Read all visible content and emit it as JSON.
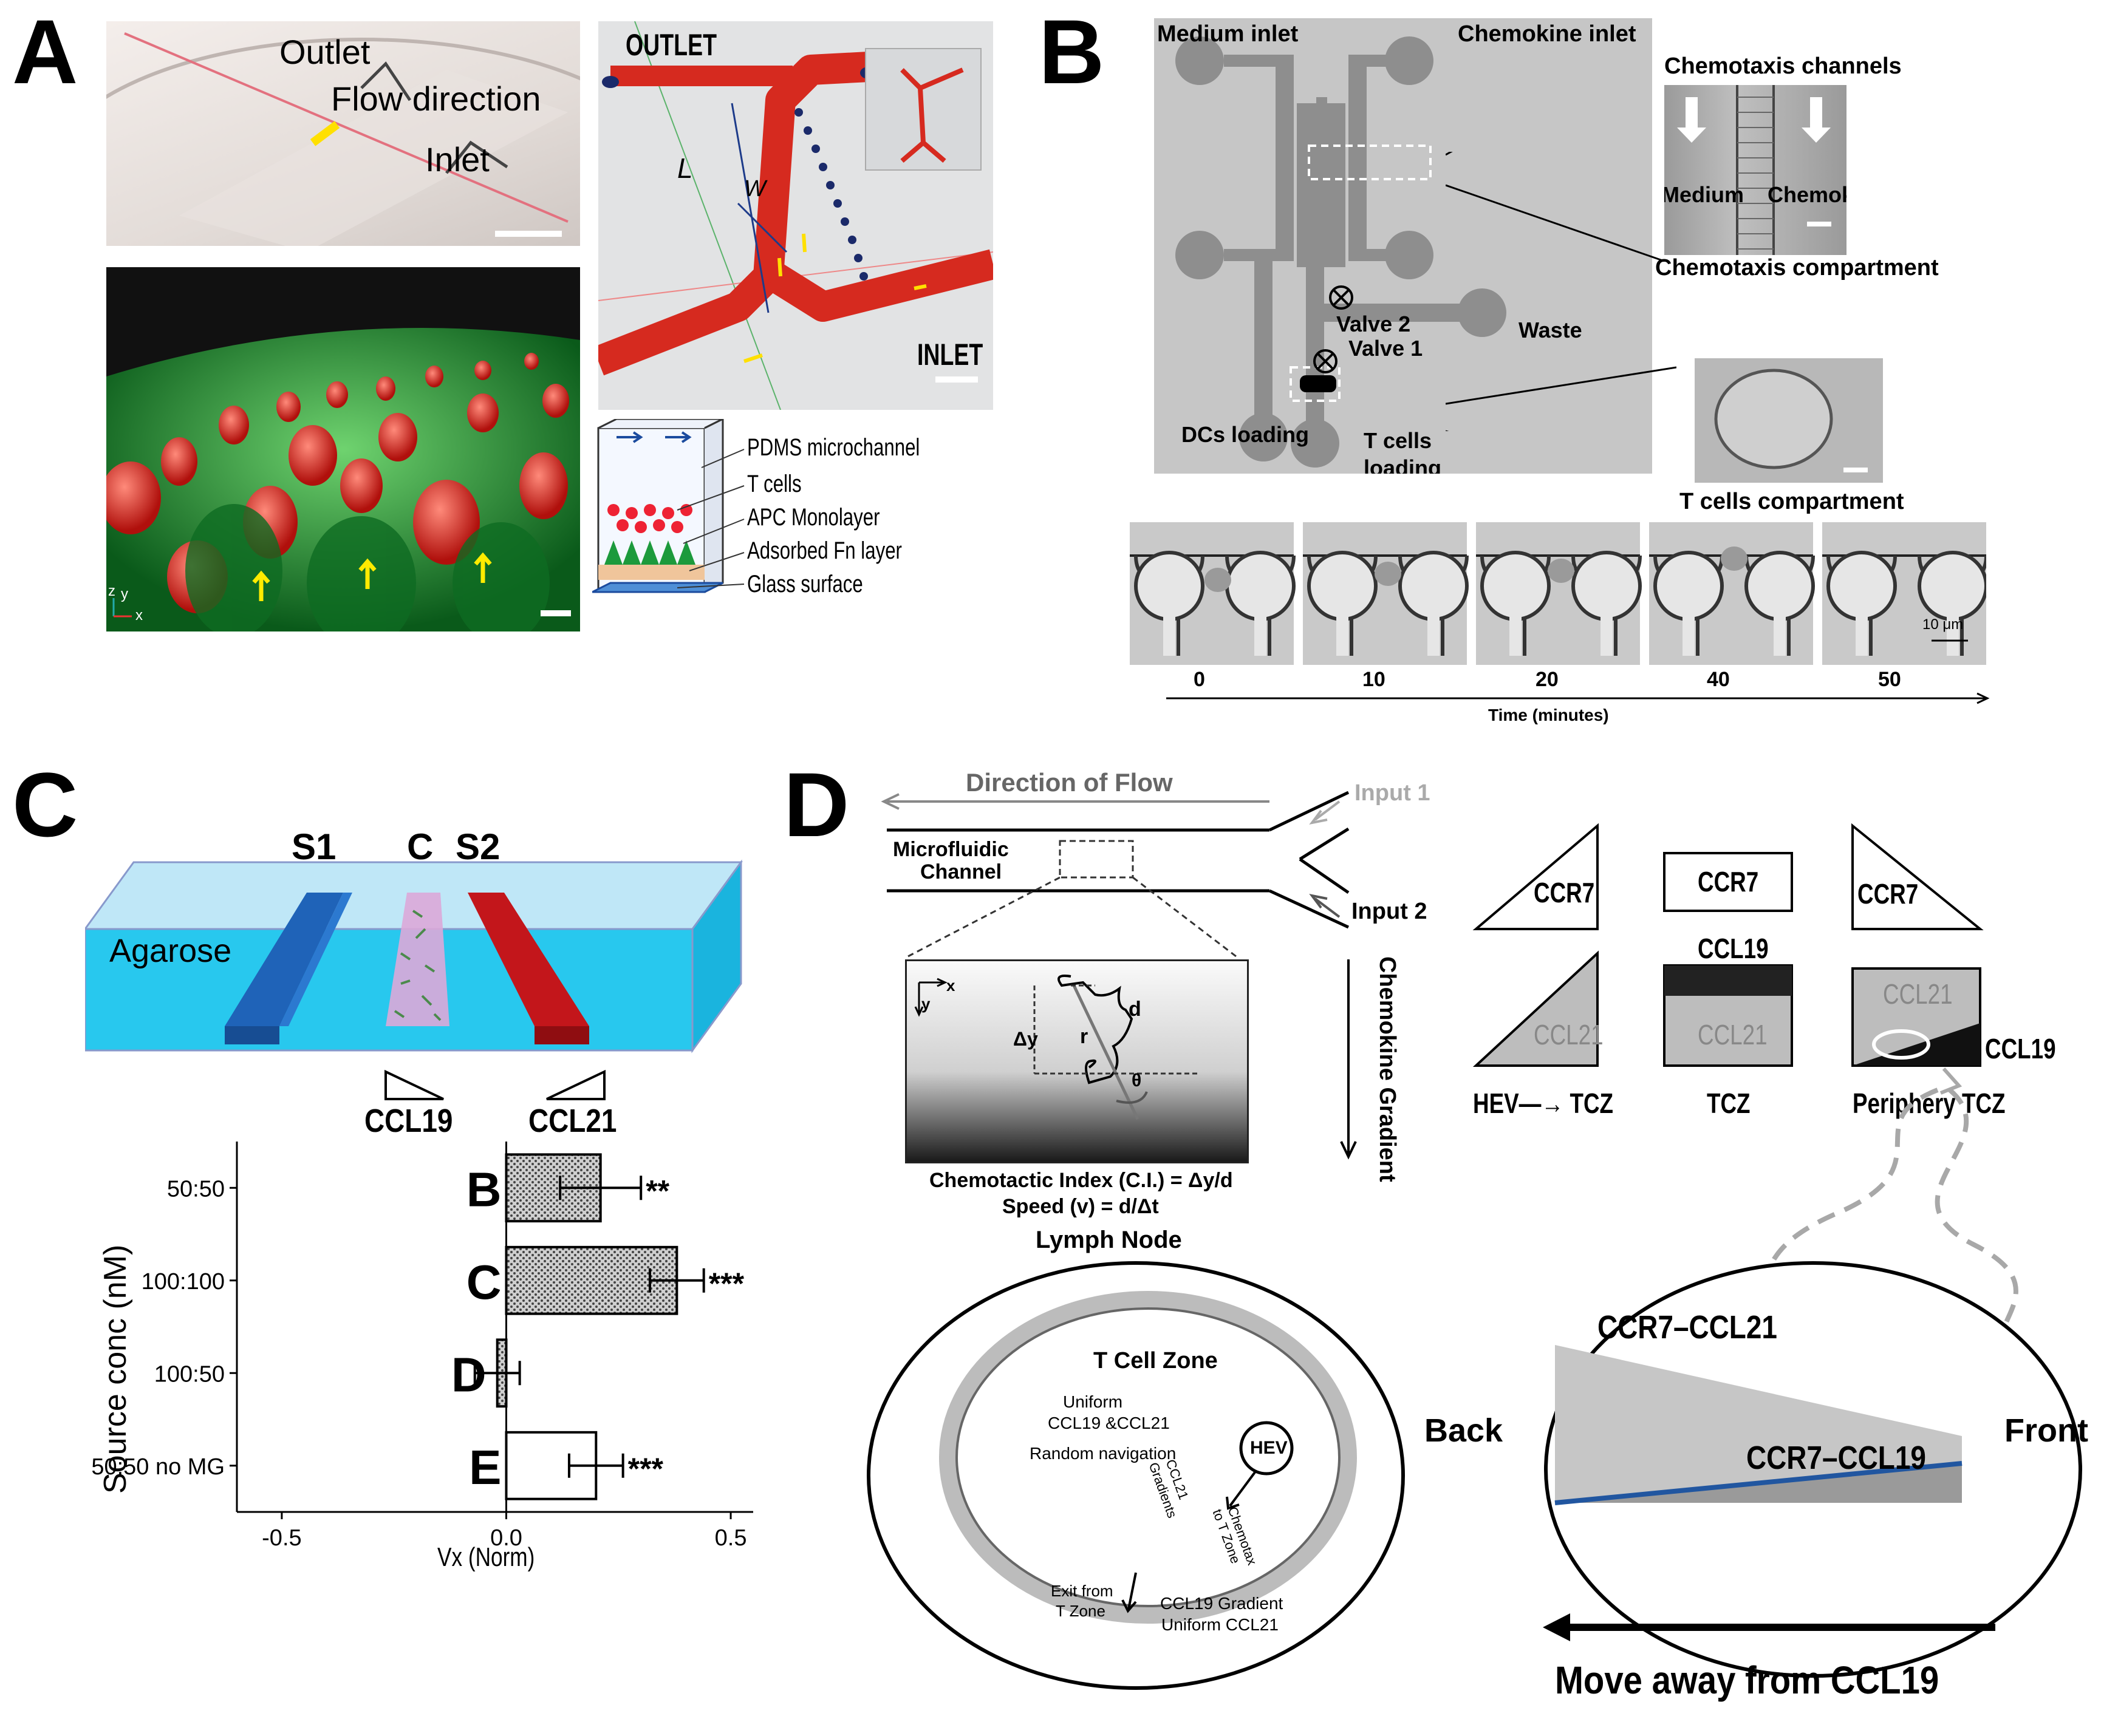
{
  "panels": {
    "a": {
      "label": "A",
      "photo": {
        "outlet": "Outlet",
        "flow": "Flow direction",
        "inlet": "Inlet"
      },
      "axes3d": {
        "z": "z",
        "y": "y",
        "x": "x"
      },
      "render": {
        "outlet": "OUTLET",
        "inlet": "INLET",
        "l": "L",
        "w": "W"
      },
      "legend": [
        "PDMS microchannel",
        "T cells",
        "APC Monolayer",
        "Adsorbed Fn layer",
        "Glass surface"
      ]
    },
    "b": {
      "label": "B",
      "chip": {
        "medium_inlet": "Medium inlet",
        "chemokine_inlet": "Chemokine inlet",
        "valve2": "Valve 2",
        "waste": "Waste",
        "valve1": "Valve 1",
        "dcs": "DCs loading",
        "tcells1": "T cells",
        "tcells2": "loading"
      },
      "zoom": {
        "channels": "Chemotaxis channels",
        "medium": "Medium",
        "chemokine": "Chemokine",
        "compartment": "Chemotaxis  compartment"
      },
      "tcomp": "T cells compartment",
      "scale": "10 μm",
      "time_ticks": [
        "0",
        "10",
        "20",
        "40",
        "50"
      ],
      "time_label": "Time (minutes)"
    },
    "c": {
      "label": "C",
      "gel": {
        "s1": "S1",
        "c": "C",
        "s2": "S2",
        "agarose": "Agarose"
      },
      "ccl19": "CCL19",
      "ccl21": "CCL21"
    },
    "d": {
      "label": "D",
      "flow": "Direction of Flow",
      "input1": "Input 1",
      "input2": "Input 2",
      "mf1": "Microfluidic",
      "mf2": "Channel",
      "x": "x",
      "y": "y",
      "d": "d",
      "r": "r",
      "dy": "Δy",
      "theta": "θ",
      "gradient": "Chemokine Gradient",
      "ci": "Chemotactic Index (C.I.) = Δy/d",
      "speed": "Speed (v) = d/Δt",
      "ccr7": "CCR7",
      "ccl21": "CCL21",
      "ccl19": "CCL19",
      "hev_tcz": "HEV—→ TCZ",
      "tcz": "TCZ",
      "periphery": "Periphery TCZ",
      "ln": "Lymph Node",
      "tzone": "T Cell Zone",
      "uniform1": "Uniform",
      "uniform2": "CCL19 &CCL21",
      "random": "Random  navigation",
      "hev": "HEV",
      "grad1": "CCL21",
      "grad2": "Gradients",
      "chemo1": "Chemotax",
      "chemo2": "to T Zone",
      "exit1": "Exit from",
      "exit2": "T Zone",
      "cg1": "CCL19 Gradient",
      "cg2": "Uniform CCL21",
      "back": "Back",
      "front": "Front",
      "ccr7_ccl21": "CCR7–CCL21",
      "ccr7_ccl19": "CCR7–CCL19",
      "move": "Move away from CCL19"
    }
  },
  "chart_data": {
    "type": "bar",
    "orientation": "horizontal",
    "categories": [
      "50:50",
      "100:100",
      "100:50",
      "50:50 no MG"
    ],
    "bar_labels": [
      "B",
      "C",
      "D",
      "E"
    ],
    "values": [
      0.21,
      0.38,
      -0.02,
      0.2
    ],
    "error": [
      0.09,
      0.06,
      0.05,
      0.06
    ],
    "significance": [
      "**",
      "***",
      "",
      "***"
    ],
    "fill": [
      "hatched",
      "hatched",
      "hatched",
      "open"
    ],
    "xlabel": "Vx (Norm)",
    "ylabel": "Source conc (nM)",
    "xlim": [
      -0.6,
      0.55
    ],
    "xticks": [
      -0.5,
      0.0,
      0.5
    ],
    "xtick_labels": [
      "-0.5",
      "0.0",
      "0.5"
    ]
  }
}
